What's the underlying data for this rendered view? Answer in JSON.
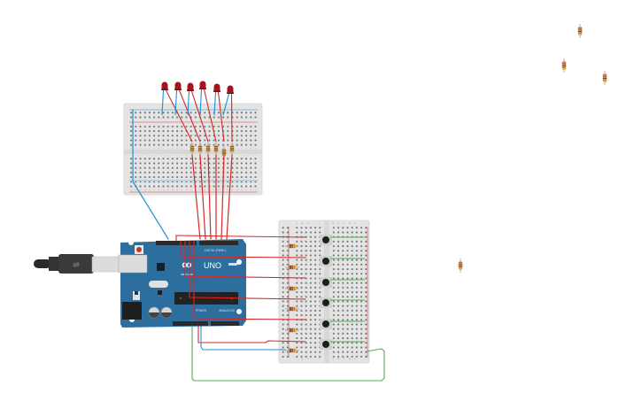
{
  "app": "Circuit simulator canvas",
  "colors": {
    "background": "#ffffff",
    "breadboard": "#e6e6e6",
    "breadboard_edge": "#d0d0d0",
    "hole": "#555555",
    "rail_red": "#d33a3a",
    "rail_blue": "#2a8fd1",
    "wire_red": "#d62828",
    "wire_blue": "#1c92d2",
    "wire_green": "#4caf50",
    "led_red": "#a3141c",
    "arduino_blue": "#2c6e9e",
    "arduino_dark": "#1f5a85",
    "header_black": "#2b2b2b",
    "resistor_body": "#d9b57a",
    "button_black": "#1e1e1e"
  },
  "arduino": {
    "brand_label": "UNO",
    "brand_sub": "ARDUINO",
    "digital_label": "DIGITAL (PWM~)",
    "power_label": "POWER",
    "analog_label": "ANALOG IN",
    "logo_symbol": "∞"
  },
  "components": {
    "leds": [
      {
        "id": "led-1",
        "color": "red"
      },
      {
        "id": "led-2",
        "color": "red"
      },
      {
        "id": "led-3",
        "color": "red"
      },
      {
        "id": "led-4",
        "color": "red"
      },
      {
        "id": "led-5",
        "color": "red"
      },
      {
        "id": "led-6",
        "color": "red"
      }
    ],
    "led_resistors": 6,
    "pushbuttons": 6,
    "button_resistors": 6,
    "loose_resistors": 4,
    "usb_cable": "USB Type-B"
  },
  "breadboard_column_labels": [
    "f",
    "g",
    "h",
    "i",
    "j",
    "a",
    "b",
    "c",
    "d",
    "e"
  ]
}
